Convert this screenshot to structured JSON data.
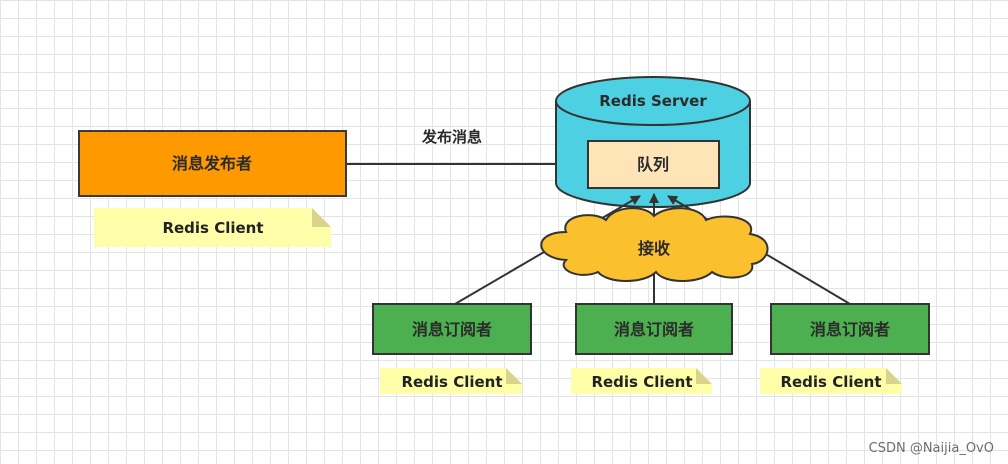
{
  "diagram": {
    "publisher": {
      "label": "消息发布者",
      "client_note": "Redis Client",
      "color": "#ff9900"
    },
    "server": {
      "title": "Redis Server",
      "queue_label": "队列",
      "color": "#4dd0e1",
      "queue_color": "#ffe4b8"
    },
    "publish_edge_label": "发布消息",
    "receive_cloud": {
      "label": "接收",
      "color": "#fbc02d"
    },
    "subscribers": [
      {
        "label": "消息订阅者",
        "client_note": "Redis Client"
      },
      {
        "label": "消息订阅者",
        "client_note": "Redis Client"
      },
      {
        "label": "消息订阅者",
        "client_note": "Redis Client"
      }
    ],
    "subscriber_color": "#4caf50",
    "note_color": "#ffffaa"
  },
  "watermark": "CSDN @Naijia_OvO"
}
